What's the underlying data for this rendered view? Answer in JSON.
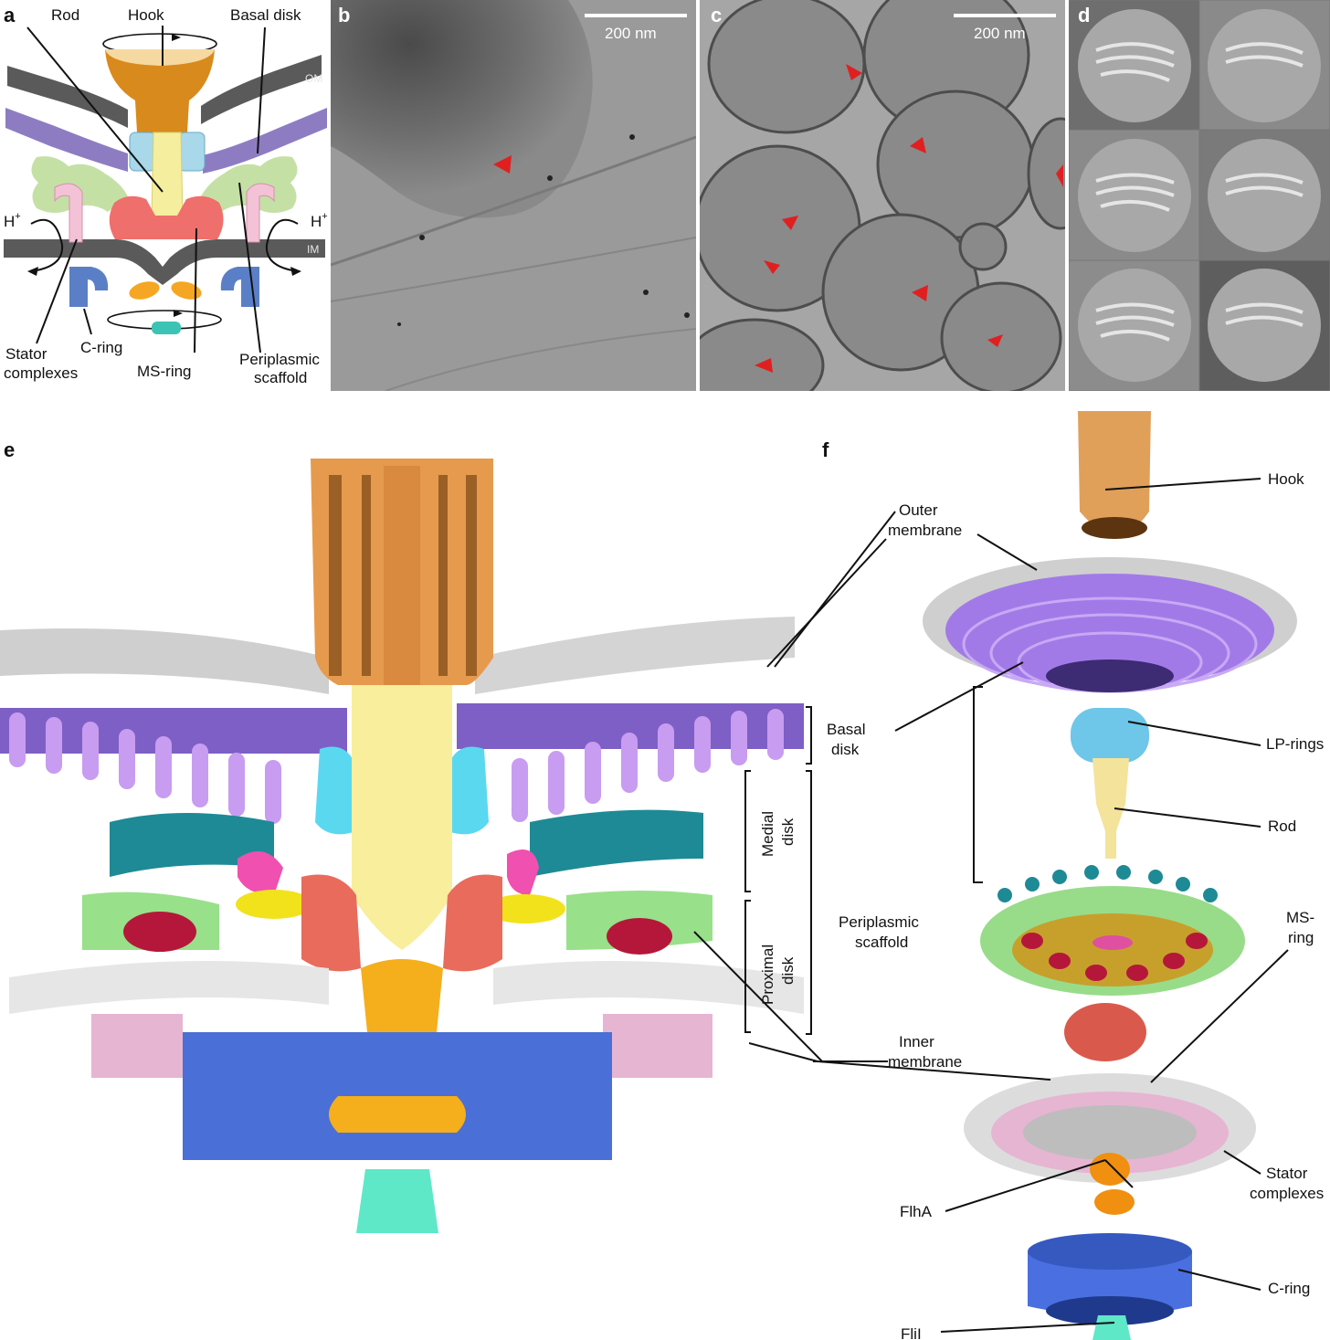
{
  "panels": {
    "a": "a",
    "b": "b",
    "c": "c",
    "d": "d",
    "e": "e",
    "f": "f"
  },
  "panel_a": {
    "labels": {
      "rod": "Rod",
      "hook": "Hook",
      "basal_disk": "Basal disk",
      "om": "OM",
      "im": "IM",
      "h_left": "H",
      "h_right": "H",
      "plus": "+",
      "stator_l1": "Stator",
      "stator_l2": "complexes",
      "c_ring": "C-ring",
      "ms_ring": "MS-ring",
      "peri_l1": "Periplasmic",
      "peri_l2": "scaffold"
    },
    "colors": {
      "hook": "#d98a1c",
      "rod": "#f5ee9e",
      "lp": "#a8d8ea",
      "om": "#5a5a5a",
      "basal": "#8e7cc3",
      "scaffold": "#c5e0a5",
      "ms": "#ef6f6c",
      "stator": "#f4c2d7",
      "cring": "#5b7fc7",
      "export": "#f5a623",
      "atpase": "#3bc4b5"
    }
  },
  "panel_b": {
    "scale": "200 nm"
  },
  "panel_c": {
    "scale": "200 nm"
  },
  "panel_e": {
    "brackets": {
      "basal_l1": "Basal",
      "basal_l2": "disk",
      "medial_l1": "Medial",
      "medial_l2": "disk",
      "proximal_l1": "Proximal",
      "proximal_l2": "disk"
    },
    "labels": {
      "outer_l1": "Outer",
      "outer_l2": "membrane",
      "inner_l1": "Inner",
      "inner_l2": "membrane"
    }
  },
  "panel_f": {
    "labels": {
      "hook": "Hook",
      "lp": "LP-rings",
      "rod": "Rod",
      "peri_l1": "Periplasmic",
      "peri_l2": "scaffold",
      "ms_l1": "MS-",
      "ms_l2": "ring",
      "stator_l1": "Stator",
      "stator_l2": "complexes",
      "flha": "FlhA",
      "cring": "C-ring",
      "flii": "FliI"
    }
  }
}
